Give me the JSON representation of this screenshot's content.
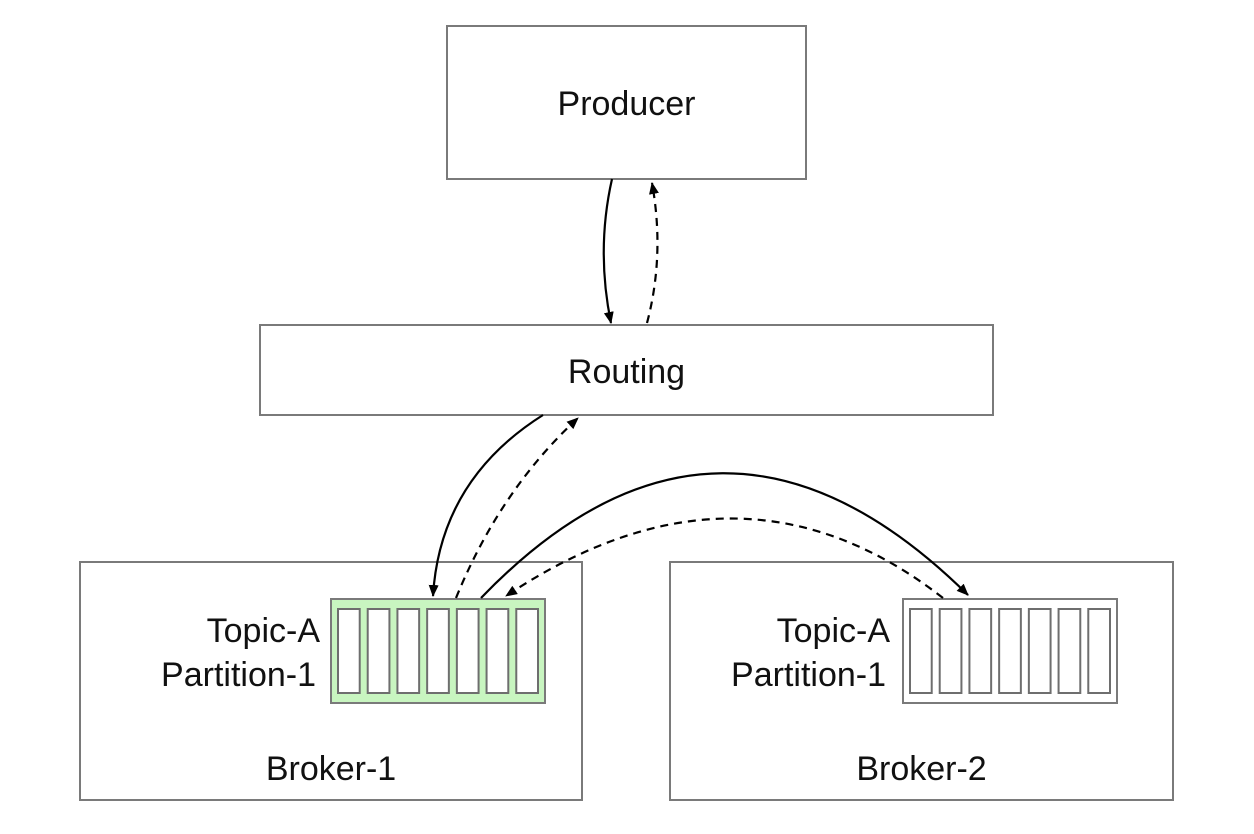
{
  "nodes": {
    "producer": {
      "label": "Producer"
    },
    "routing": {
      "label": "Routing"
    },
    "broker1": {
      "label": "Broker-1",
      "partition": {
        "line1": "Topic-A",
        "line2": "Partition-1",
        "fill": "#c8f5c0",
        "slot_count": 7,
        "highlighted": true
      }
    },
    "broker2": {
      "label": "Broker-2",
      "partition": {
        "line1": "Topic-A",
        "line2": "Partition-1",
        "fill": "#ffffff",
        "slot_count": 7,
        "highlighted": false
      }
    }
  },
  "edges": [
    {
      "from": "producer",
      "to": "routing",
      "style": "solid"
    },
    {
      "from": "routing",
      "to": "producer",
      "style": "dashed"
    },
    {
      "from": "routing",
      "to": "broker1.partition",
      "style": "solid"
    },
    {
      "from": "broker1.partition",
      "to": "routing",
      "style": "dashed"
    },
    {
      "from": "broker1.partition",
      "to": "broker2.partition",
      "style": "solid"
    },
    {
      "from": "broker2.partition",
      "to": "broker1.partition",
      "style": "dashed"
    }
  ],
  "colors": {
    "box_stroke": "#7a7a7a",
    "arrow": "#000000",
    "highlight_fill": "#c8f5c0"
  }
}
